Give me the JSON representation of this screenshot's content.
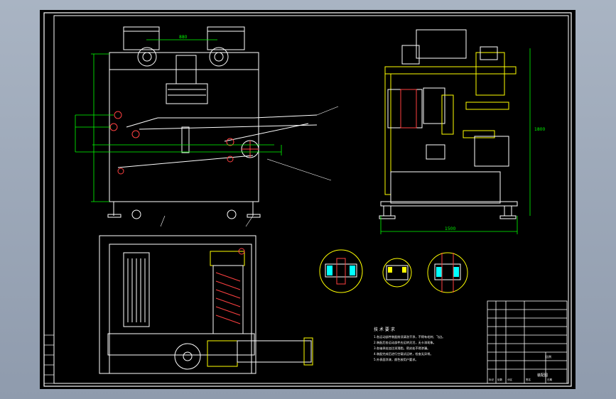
{
  "drawing": {
    "tech_requirements": {
      "title": "技 术 要 求",
      "lines": [
        "1.各运动部件装配前须清洗干净，不得有毛刺、飞边。",
        "2.装配后各运动部件应运转灵活，无卡滞现象。",
        "3.各轴承处加注润滑脂，密封处不得渗漏。",
        "4.装配完成后进行空载试运转，检查无异常。",
        "5.外表面涂漆，颜色按用户要求。"
      ]
    },
    "title_block": {
      "scale_label": "比例",
      "drawing_no": "装配图",
      "sign_labels": [
        "标记",
        "处数",
        "分区",
        "签名",
        "日期"
      ]
    },
    "views": {
      "side_dim": "1800",
      "base_dim": "1500",
      "top_dim": "880"
    },
    "colors": {
      "background": "#000000",
      "outline": "#ffffff",
      "dimension": "#00ff00",
      "section": "#ffff00",
      "bearing": "#00ffff",
      "accent": "#ff0000",
      "hatch": "#ff00ff"
    }
  }
}
